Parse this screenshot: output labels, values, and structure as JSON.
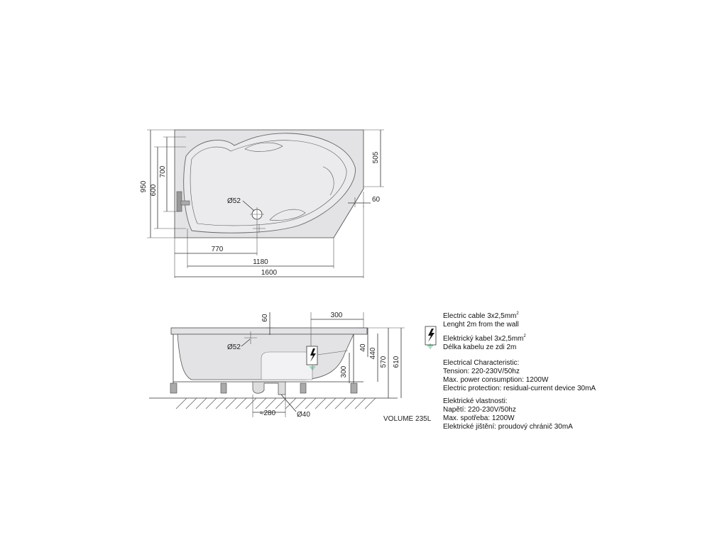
{
  "top_view": {
    "dim_950": "950",
    "dim_600": "600",
    "dim_700": "700",
    "dim_505": "505",
    "dim_60": "60",
    "dim_770": "770",
    "dim_1180": "1180",
    "dim_1600": "1600",
    "drain": "Ø52"
  },
  "side_view": {
    "dim_60": "60",
    "dim_300_top": "300",
    "dim_40": "40",
    "dim_440": "440",
    "dim_570": "570",
    "dim_610": "610",
    "dim_300_side": "300",
    "drain": "Ø52",
    "dim_280": "≈280",
    "pipe": "Ø40",
    "volume": "VOLUME 235L"
  },
  "specs": {
    "cable_en_text": "Electric cable 3x2,5mm",
    "cable_en_sup": "2",
    "length_en": "Lenght 2m from the wall",
    "cable_cz_text": "Elektrický kabel 3x2,5mm",
    "cable_cz_sup": "2",
    "length_cz": "Délka kabelu ze zdi 2m",
    "char_en_heading": "Electrical Characteristic:",
    "char_en_lines": [
      "Tension: 220-230V/50hz",
      "Max. power consumption: 1200W",
      "Electric protection: residual-current device 30mA"
    ],
    "char_cz_heading": "Elektrické vlastnosti:",
    "char_cz_lines": [
      "Napětí: 220-230V/50hz",
      "Max. spotřeba: 1200W",
      "Elektrické jištění: proudový chránič 30mA"
    ]
  },
  "colors": {
    "tub_fill": "#e3e3e6",
    "ground_hatch": "#555555",
    "ground_symbol": "#2fa86b"
  }
}
